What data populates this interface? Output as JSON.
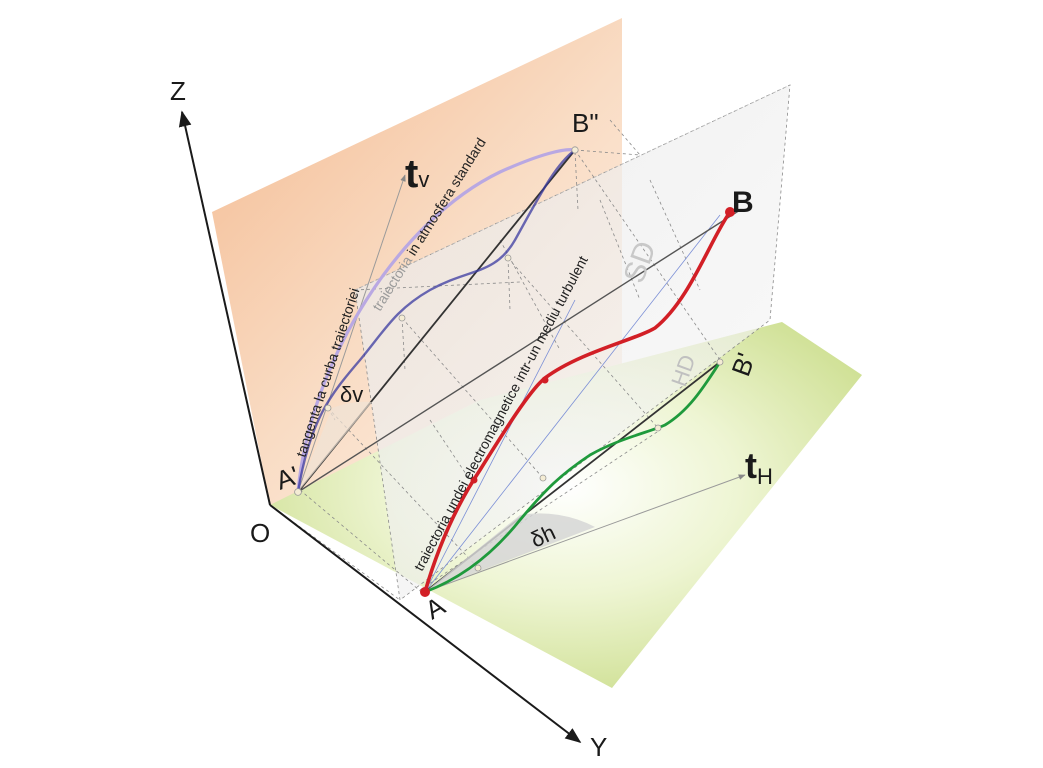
{
  "axes": {
    "z": "Z",
    "y": "Y",
    "origin": "O"
  },
  "points": {
    "A": "A",
    "A_vertical": "A'",
    "B": "B",
    "B_vertical": "B\"",
    "B_horizontal": "B'"
  },
  "vectors": {
    "t_vertical_main": "t",
    "t_vertical_sub": "v",
    "t_horizontal_main": "t",
    "t_horizontal_sub": "H"
  },
  "angles": {
    "delta_v": "δv",
    "delta_h": "δh"
  },
  "planes": {
    "vertical_plane": "SD",
    "horizontal_plane": "HD"
  },
  "annotations": {
    "tangent": "tangenta la curba traiectoriei",
    "standard_prefix": "traiectoria",
    "standard_rest": " in atmosfera standard",
    "turbulent": "traiectoria undei electromagnetice intr-un mediu turbulent"
  },
  "colors": {
    "red_trajectory": "#d21f26",
    "purple_trajectory": "#9b8ed0",
    "green_trajectory": "#1f9a3c",
    "vertical_wall": "#f7c8a3",
    "ground": "#d9e7a4"
  }
}
